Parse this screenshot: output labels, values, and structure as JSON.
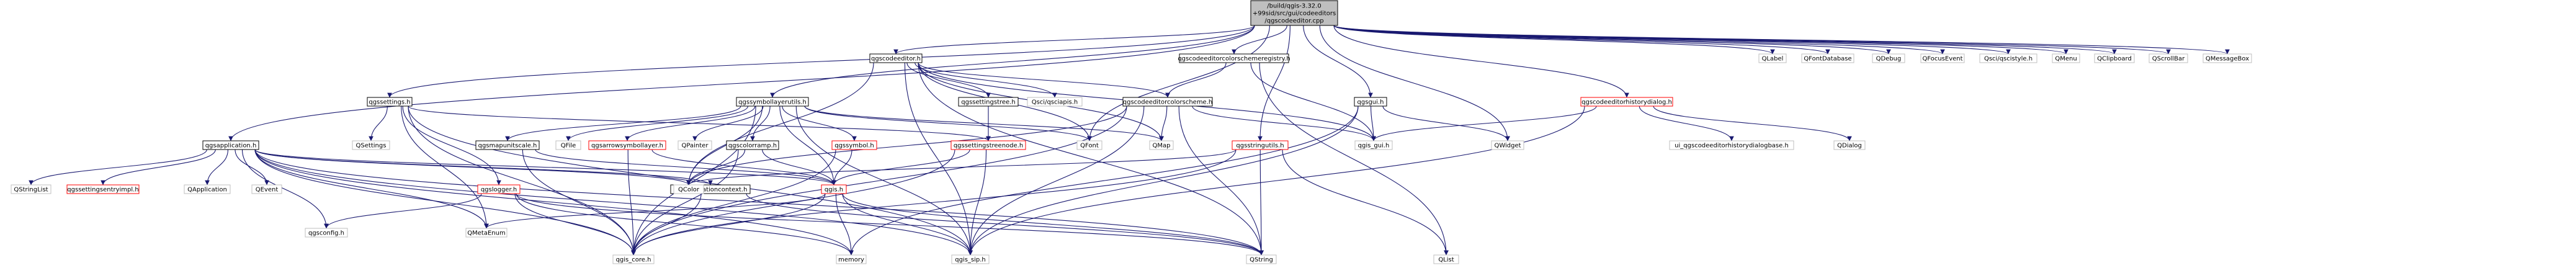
{
  "diagram": {
    "type": "include-dependency-graph",
    "colors": {
      "edge": "#191970",
      "root_fill": "#bfbfbf",
      "root_border": "#000000",
      "linked_border": "#000000",
      "missing_border": "#bfbfbf",
      "truncated_border": "#ff0000",
      "node_fill": "#ffffff"
    },
    "nodes": [
      {
        "id": "root",
        "lines": [
          "/build/qgis-3.32.0",
          "+99sid/src/gui/codeeditors",
          "/qgscodeeditor.cpp"
        ],
        "style": "root"
      },
      {
        "id": "qgscodeeditor_h",
        "lines": [
          "qgscodeeditor.h"
        ],
        "style": "linked"
      },
      {
        "id": "qgscodeeditorcolorschemeregistry_h",
        "lines": [
          "qgscodeeditorcolorschemeregistry.h"
        ],
        "style": "linked"
      },
      {
        "id": "qgssettings_h",
        "lines": [
          "qgssettings.h"
        ],
        "style": "linked"
      },
      {
        "id": "qgssymbollayerutils_h",
        "lines": [
          "qgssymbollayerutils.h"
        ],
        "style": "linked"
      },
      {
        "id": "qgsgui_h",
        "lines": [
          "qgsgui.h"
        ],
        "style": "linked"
      },
      {
        "id": "qgscodeeditorhistorydialog_h",
        "lines": [
          "qgscodeeditorhistorydialog.h"
        ],
        "style": "truncated"
      },
      {
        "id": "qgsstringutils_h",
        "lines": [
          "qgsstringutils.h"
        ],
        "style": "truncated"
      },
      {
        "id": "qgsapplication_h",
        "lines": [
          "qgsapplication.h"
        ],
        "style": "linked"
      },
      {
        "id": "qgssettingstree_h",
        "lines": [
          "qgssettingstree.h"
        ],
        "style": "linked"
      },
      {
        "id": "qgscodeeditorcolorscheme_h",
        "lines": [
          "qgscodeeditorcolorscheme.h"
        ],
        "style": "linked"
      },
      {
        "id": "qgsmapunitscale_h",
        "lines": [
          "qgsmapunitscale.h"
        ],
        "style": "linked"
      },
      {
        "id": "qgsarrowsymbollayer_h",
        "lines": [
          "qgsarrowsymbollayer.h"
        ],
        "style": "truncated"
      },
      {
        "id": "qgscolorramp_h",
        "lines": [
          "qgscolorramp.h"
        ],
        "style": "linked"
      },
      {
        "id": "qgssymbol_h",
        "lines": [
          "qgssymbol.h"
        ],
        "style": "truncated"
      },
      {
        "id": "qgssettingstreenode_h",
        "lines": [
          "qgssettingstreenode.h"
        ],
        "style": "truncated"
      },
      {
        "id": "qgstranslationcontext_h",
        "lines": [
          "qgstranslationcontext.h"
        ],
        "style": "linked"
      },
      {
        "id": "qgslogger_h",
        "lines": [
          "qgslogger.h"
        ],
        "style": "truncated"
      },
      {
        "id": "qgis_h",
        "lines": [
          "qgis.h"
        ],
        "style": "truncated"
      },
      {
        "id": "qgssettingsentryimpl_h",
        "lines": [
          "qgssettingsentryimpl.h"
        ],
        "style": "truncated"
      },
      {
        "id": "qgsconfig_h",
        "lines": [
          "qgsconfig.h"
        ],
        "style": "missing"
      },
      {
        "id": "qgis_core_h",
        "lines": [
          "qgis_core.h"
        ],
        "style": "missing"
      },
      {
        "id": "qgis_sip_h",
        "lines": [
          "qgis_sip.h"
        ],
        "style": "missing"
      },
      {
        "id": "qgis_gui_h",
        "lines": [
          "qgis_gui.h"
        ],
        "style": "missing"
      },
      {
        "id": "QMetaEnum",
        "lines": [
          "QMetaEnum"
        ],
        "style": "missing"
      },
      {
        "id": "memory",
        "lines": [
          "memory"
        ],
        "style": "missing"
      },
      {
        "id": "QString",
        "lines": [
          "QString"
        ],
        "style": "missing"
      },
      {
        "id": "QList",
        "lines": [
          "QList"
        ],
        "style": "missing"
      },
      {
        "id": "QColor",
        "lines": [
          "QColor"
        ],
        "style": "missing"
      },
      {
        "id": "QStringList",
        "lines": [
          "QStringList"
        ],
        "style": "missing"
      },
      {
        "id": "QApplication",
        "lines": [
          "QApplication"
        ],
        "style": "missing"
      },
      {
        "id": "QEvent",
        "lines": [
          "QEvent"
        ],
        "style": "missing"
      },
      {
        "id": "QSettings",
        "lines": [
          "QSettings"
        ],
        "style": "missing"
      },
      {
        "id": "QFile",
        "lines": [
          "QFile"
        ],
        "style": "missing"
      },
      {
        "id": "QPainter",
        "lines": [
          "QPainter"
        ],
        "style": "missing"
      },
      {
        "id": "QFont",
        "lines": [
          "QFont"
        ],
        "style": "missing"
      },
      {
        "id": "QMap",
        "lines": [
          "QMap"
        ],
        "style": "missing"
      },
      {
        "id": "Qsciqsciapis_h",
        "lines": [
          "Qsci/qsciapis.h"
        ],
        "style": "missing"
      },
      {
        "id": "QWidget",
        "lines": [
          "QWidget"
        ],
        "style": "missing"
      },
      {
        "id": "ui_qgscodeeditorhistorydialogbase_h",
        "lines": [
          "ui_qgscodeeditorhistorydialogbase.h"
        ],
        "style": "missing"
      },
      {
        "id": "QDialog",
        "lines": [
          "QDialog"
        ],
        "style": "missing"
      },
      {
        "id": "QLabel",
        "lines": [
          "QLabel"
        ],
        "style": "missing"
      },
      {
        "id": "QFontDatabase",
        "lines": [
          "QFontDatabase"
        ],
        "style": "missing"
      },
      {
        "id": "QDebug",
        "lines": [
          "QDebug"
        ],
        "style": "missing"
      },
      {
        "id": "QFocusEvent",
        "lines": [
          "QFocusEvent"
        ],
        "style": "missing"
      },
      {
        "id": "Qsciqscistyle_h",
        "lines": [
          "Qsci/qscistyle.h"
        ],
        "style": "missing"
      },
      {
        "id": "QMenu",
        "lines": [
          "QMenu"
        ],
        "style": "missing"
      },
      {
        "id": "QClipboard",
        "lines": [
          "QClipboard"
        ],
        "style": "missing"
      },
      {
        "id": "QScrollBar",
        "lines": [
          "QScrollBar"
        ],
        "style": "missing"
      },
      {
        "id": "QMessageBox",
        "lines": [
          "QMessageBox"
        ],
        "style": "missing"
      }
    ],
    "edges": [
      [
        "root",
        "qgscodeeditor_h"
      ],
      [
        "root",
        "qgscodeeditorcolorschemeregistry_h"
      ],
      [
        "root",
        "qgssettings_h"
      ],
      [
        "root",
        "qgssymbollayerutils_h"
      ],
      [
        "root",
        "qgsgui_h"
      ],
      [
        "root",
        "qgscodeeditorhistorydialog_h"
      ],
      [
        "root",
        "qgsstringutils_h"
      ],
      [
        "root",
        "qgsapplication_h"
      ],
      [
        "root",
        "QFont"
      ],
      [
        "root",
        "QWidget"
      ],
      [
        "root",
        "QLabel"
      ],
      [
        "root",
        "QFontDatabase"
      ],
      [
        "root",
        "QDebug"
      ],
      [
        "root",
        "QFocusEvent"
      ],
      [
        "root",
        "Qsciqscistyle_h"
      ],
      [
        "root",
        "QMenu"
      ],
      [
        "root",
        "QClipboard"
      ],
      [
        "root",
        "QScrollBar"
      ],
      [
        "root",
        "QMessageBox"
      ],
      [
        "qgscodeeditor_h",
        "qgssettingstree_h"
      ],
      [
        "qgscodeeditor_h",
        "Qsciqsciapis_h"
      ],
      [
        "qgscodeeditor_h",
        "qgscodeeditorcolorscheme_h"
      ],
      [
        "qgscodeeditor_h",
        "QMap"
      ],
      [
        "qgscodeeditor_h",
        "qgis_gui_h"
      ],
      [
        "qgscodeeditor_h",
        "QString"
      ],
      [
        "qgscodeeditor_h",
        "qgis_sip_h"
      ],
      [
        "qgscodeeditor_h",
        "QColor"
      ],
      [
        "qgscodeeditor_h",
        "QFont"
      ],
      [
        "qgscodeeditorcolorschemeregistry_h",
        "qgscodeeditorcolorscheme_h"
      ],
      [
        "qgscodeeditorcolorschemeregistry_h",
        "qgis_gui_h"
      ],
      [
        "qgscodeeditorcolorschemeregistry_h",
        "QList"
      ],
      [
        "qgssettings_h",
        "QSettings"
      ],
      [
        "qgssettings_h",
        "QMetaEnum"
      ],
      [
        "qgssettings_h",
        "qgis_core_h"
      ],
      [
        "qgssettings_h",
        "qgis_sip_h"
      ],
      [
        "qgssettings_h",
        "qgslogger_h"
      ],
      [
        "qgssettings_h",
        "qgssettingstreenode_h"
      ],
      [
        "qgssymbollayerutils_h",
        "QFile"
      ],
      [
        "qgssymbollayerutils_h",
        "QPainter"
      ],
      [
        "qgssymbollayerutils_h",
        "QColor"
      ],
      [
        "qgssymbollayerutils_h",
        "QFont"
      ],
      [
        "qgssymbollayerutils_h",
        "QMap"
      ],
      [
        "qgssymbollayerutils_h",
        "qgsmapunitscale_h"
      ],
      [
        "qgssymbollayerutils_h",
        "qgsarrowsymbollayer_h"
      ],
      [
        "qgssymbollayerutils_h",
        "qgscolorramp_h"
      ],
      [
        "qgssymbollayerutils_h",
        "qgssymbol_h"
      ],
      [
        "qgssymbollayerutils_h",
        "qgis_h"
      ],
      [
        "qgssymbollayerutils_h",
        "qgis_core_h"
      ],
      [
        "qgssymbollayerutils_h",
        "qgis_sip_h"
      ],
      [
        "qgsgui_h",
        "QWidget"
      ],
      [
        "qgsgui_h",
        "qgis_gui_h"
      ],
      [
        "qgsgui_h",
        "qgis_sip_h"
      ],
      [
        "qgsgui_h",
        "memory"
      ],
      [
        "qgscodeeditorhistorydialog_h",
        "ui_qgscodeeditorhistorydialogbase_h"
      ],
      [
        "qgscodeeditorhistorydialog_h",
        "QDialog"
      ],
      [
        "qgscodeeditorhistorydialog_h",
        "qgis_gui_h"
      ],
      [
        "qgscodeeditorhistorydialog_h",
        "qgis_sip_h"
      ],
      [
        "qgsstringutils_h",
        "qgis_core_h"
      ],
      [
        "qgsstringutils_h",
        "QString"
      ],
      [
        "qgsstringutils_h",
        "QList"
      ],
      [
        "qgsstringutils_h",
        "QColor"
      ],
      [
        "qgsapplication_h",
        "QStringList"
      ],
      [
        "qgsapplication_h",
        "qgssettingsentryimpl_h"
      ],
      [
        "qgsapplication_h",
        "QApplication"
      ],
      [
        "qgsapplication_h",
        "QEvent"
      ],
      [
        "qgsapplication_h",
        "QColor"
      ],
      [
        "qgsapplication_h",
        "qgis_core_h"
      ],
      [
        "qgsapplication_h",
        "qgstranslationcontext_h"
      ],
      [
        "qgsapplication_h",
        "qgsconfig_h"
      ],
      [
        "qgsapplication_h",
        "qgis_h"
      ],
      [
        "qgsapplication_h",
        "memory"
      ],
      [
        "qgsapplication_h",
        "QString"
      ],
      [
        "qgsapplication_h",
        "QMetaEnum"
      ],
      [
        "qgsapplication_h",
        "qgis_sip_h"
      ],
      [
        "qgssettingstree_h",
        "qgssettingstreenode_h"
      ],
      [
        "qgscodeeditorcolorscheme_h",
        "QMap"
      ],
      [
        "qgscodeeditorcolorscheme_h",
        "qgis_gui_h"
      ],
      [
        "qgscodeeditorcolorscheme_h",
        "QString"
      ],
      [
        "qgscodeeditorcolorscheme_h",
        "qgis_sip_h"
      ],
      [
        "qgscodeeditorcolorscheme_h",
        "QColor"
      ],
      [
        "qgscodeeditorcolorscheme_h",
        "qgis_core_h"
      ],
      [
        "qgsmapunitscale_h",
        "qgis_core_h"
      ],
      [
        "qgsmapunitscale_h",
        "qgis_h"
      ],
      [
        "qgsarrowsymbollayer_h",
        "qgis_core_h"
      ],
      [
        "qgsarrowsymbollayer_h",
        "qgis_h"
      ],
      [
        "qgscolorramp_h",
        "QColor"
      ],
      [
        "qgscolorramp_h",
        "qgis_core_h"
      ],
      [
        "qgscolorramp_h",
        "qgis_h"
      ],
      [
        "qgssymbol_h",
        "qgis_h"
      ],
      [
        "qgssymbol_h",
        "qgis_core_h"
      ],
      [
        "qgssettingstreenode_h",
        "qgis_h"
      ],
      [
        "qgssettingstreenode_h",
        "qgis_sip_h"
      ],
      [
        "qgssettingstreenode_h",
        "qgis_core_h"
      ],
      [
        "qgstranslationcontext_h",
        "qgis_core_h"
      ],
      [
        "qgstranslationcontext_h",
        "QString"
      ],
      [
        "qgslogger_h",
        "qgsconfig_h"
      ],
      [
        "qgslogger_h",
        "QString"
      ],
      [
        "qgslogger_h",
        "qgis_core_h"
      ],
      [
        "qgslogger_h",
        "memory"
      ],
      [
        "qgis_h",
        "QMetaEnum"
      ],
      [
        "qgis_h",
        "memory"
      ],
      [
        "qgis_h",
        "qgis_sip_h"
      ],
      [
        "qgis_h",
        "qgis_core_h"
      ],
      [
        "qgis_h",
        "QString"
      ]
    ]
  }
}
